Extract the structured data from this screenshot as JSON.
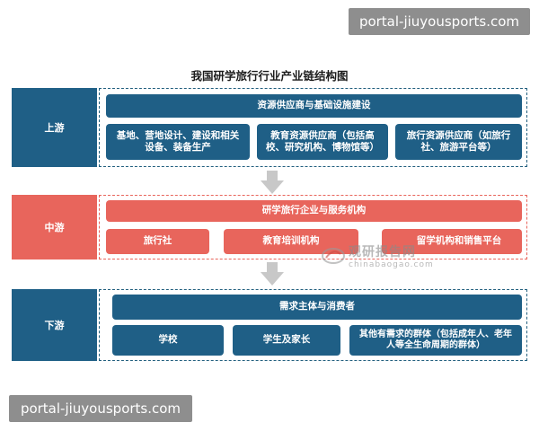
{
  "watermarks": {
    "top": "portal-jiuyousports.com",
    "bottom": "portal-jiuyousports.com"
  },
  "title": "我国研学旅行行业产业链结构图",
  "upstream": {
    "label": "上游",
    "header": "资源供应商与基础设施建设",
    "items": [
      "基地、营地设计、建设和相关设备、装备生产",
      "教育资源供应商（包括高校、研究机构、博物馆等）",
      "旅行资源供应商（如旅行社、旅游平台等）"
    ]
  },
  "midstream": {
    "label": "中游",
    "header": "研学旅行企业与服务机构",
    "items": [
      "旅行社",
      "教育培训机构",
      "留学机构和销售平台"
    ]
  },
  "downstream": {
    "label": "下游",
    "header": "需求主体与消费者",
    "items": [
      "学校",
      "学生及家长",
      "其他有需求的群体（包括成年人、老年人等全生命周期的群体）"
    ]
  },
  "brand": {
    "name": "观研报告网",
    "url": "chinabaogao.com"
  },
  "colors": {
    "blue": "#1f5f86",
    "red": "#e8655c",
    "arrow": "#c8c8c8"
  }
}
